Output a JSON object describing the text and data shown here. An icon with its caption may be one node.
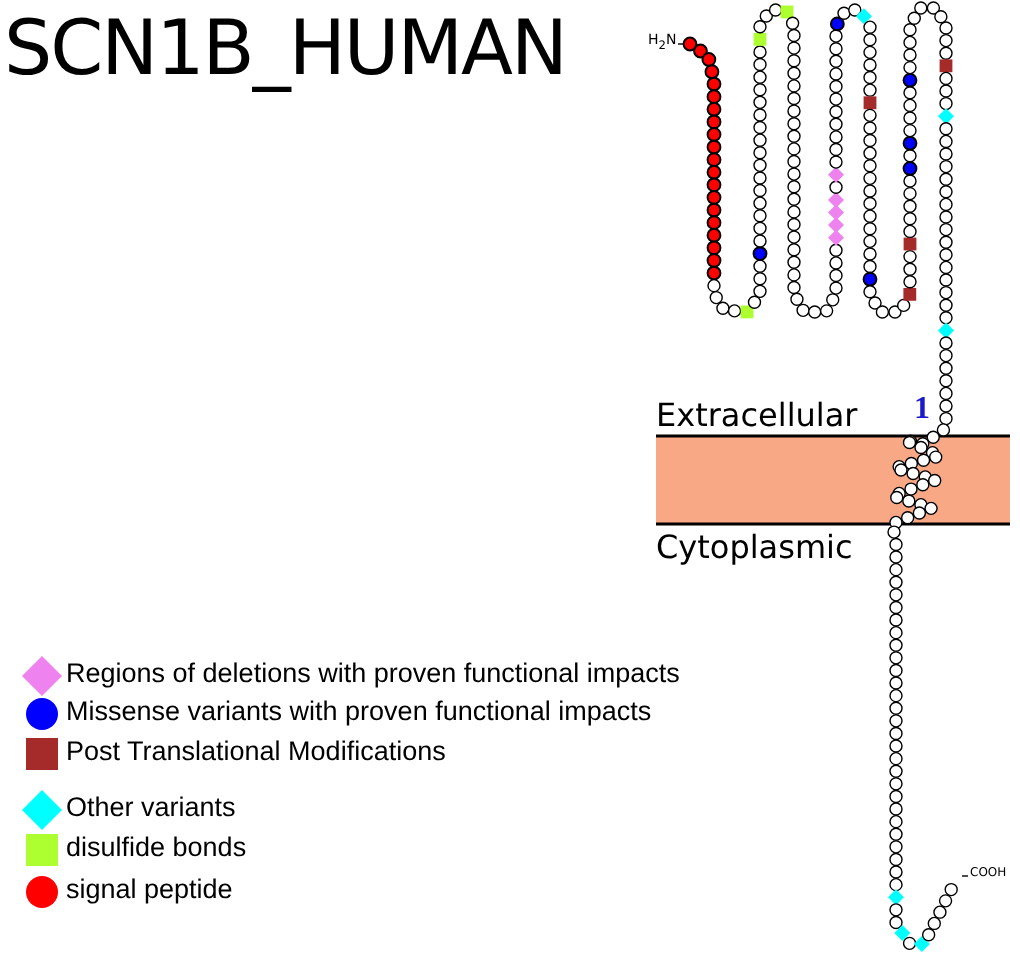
{
  "diagram": {
    "title": "SCN1B_HUMAN",
    "labels": [
      "H$_{2}$N",
      "1",
      "Extracellular",
      "Cytoplasmic",
      "COOH"
    ],
    "legend": [
      {
        "text": "Regions of deletions with proven functional impacts",
        "color": "#ee82ee"
      },
      {
        "text": "Missense variants with proven functional impacts",
        "color": "#0000ff"
      },
      {
        "text": "Post Translational Modifications",
        "color": "#a52a2a"
      },
      {
        "text": "Other variants",
        "color": "#00ffff"
      },
      {
        "text": "disulfide bonds",
        "color": "#adff2f"
      },
      {
        "text": "signal peptide",
        "color": "#ff0000"
      }
    ]
  }
}
